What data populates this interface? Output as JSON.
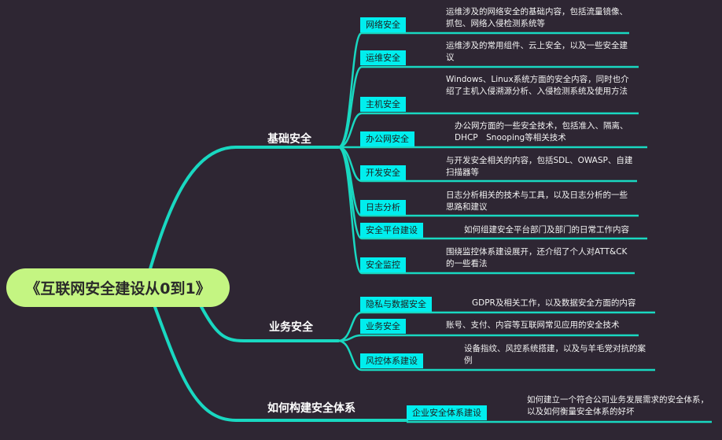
{
  "root": {
    "title": "《互联网安全建设从0到1》"
  },
  "colors": {
    "background": "#2e2633",
    "root": "#c4f582",
    "line": "#19d8c1",
    "tag": "#00eeee"
  },
  "branches": [
    {
      "label": "基础安全",
      "children": [
        {
          "tag": "网络安全",
          "desc": "运维涉及的网络安全的基础内容，包括流量镜像、抓包、网络入侵检测系统等"
        },
        {
          "tag": "运维安全",
          "desc": "运维涉及的常用组件、云上安全，以及一些安全建议"
        },
        {
          "tag": "主机安全",
          "desc": "Windows、Linux系统方面的安全内容，同时也介绍了主机入侵溯源分析、入侵检测系统及使用方法"
        },
        {
          "tag": "办公网安全",
          "desc": "办公网方面的一些安全技术，包括准入、隔离、DHCP　Snooping等相关技术"
        },
        {
          "tag": "开发安全",
          "desc": "与开发安全相关的内容，包括SDL、OWASP、自建扫描器等"
        },
        {
          "tag": "日志分析",
          "desc": "日志分析相关的技术与工具，以及日志分析的一些思路和建议"
        },
        {
          "tag": "安全平台建设",
          "desc": "如何组建安全平台部门及部门的日常工作内容"
        },
        {
          "tag": "安全监控",
          "desc": "围绕监控体系建设展开，还介绍了个人对ATT&CK的一些看法"
        }
      ]
    },
    {
      "label": "业务安全",
      "children": [
        {
          "tag": "隐私与数据安全",
          "desc": "GDPR及相关工作，以及数据安全方面的内容"
        },
        {
          "tag": "业务安全",
          "desc": "账号、支付、内容等互联网常见应用的安全技术"
        },
        {
          "tag": "风控体系建设",
          "desc": "设备指纹、风控系统搭建，以及与羊毛党对抗的案例"
        }
      ]
    },
    {
      "label": "如何构建安全体系",
      "children": [
        {
          "tag": "企业安全体系建设",
          "desc": "如何建立一个符合公司业务发展需求的安全体系，以及如何衡量安全体系的好坏"
        }
      ]
    }
  ]
}
